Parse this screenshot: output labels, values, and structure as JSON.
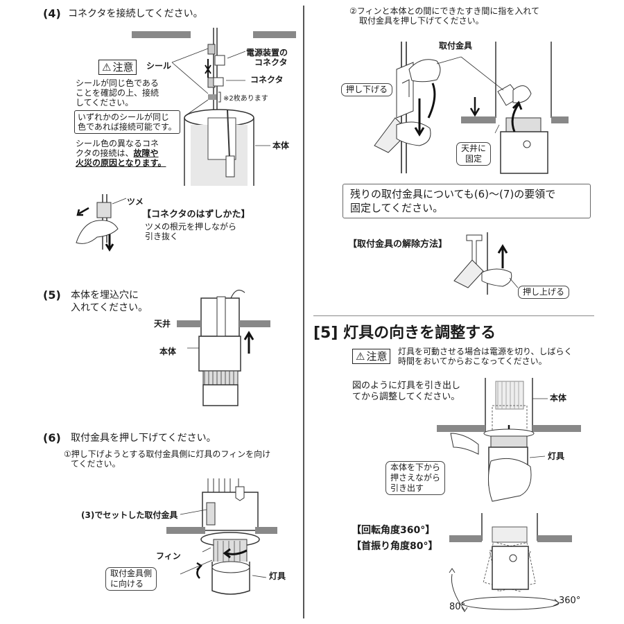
{
  "left": {
    "step4": {
      "num": "(4)",
      "title": "コネクタを接続してください。",
      "caution_label": "注意",
      "seal_label": "シール",
      "power_connector": [
        "電源装置の",
        "コネクタ"
      ],
      "connector_label": "コネクタ",
      "two_sheets": "※2枚あります",
      "body_label": "本体",
      "note1": [
        "シールが同じ色である",
        "ことを確認の上、接続",
        "してください。"
      ],
      "note2": [
        "いずれかのシールが同じ",
        "色であれば接続可能です。"
      ],
      "note3": [
        "シール色の異なるコネ",
        "クタの接続は、"
      ],
      "note3_b1": "故障や",
      "note3_b2": "火災の原因となります。",
      "tab_label": "ツメ",
      "remove_title": "【コネクタのはずしかた】",
      "remove_text": [
        "ツメの根元を押しながら",
        "引き抜く"
      ]
    },
    "step5": {
      "num": "(5)",
      "title": [
        "本体を埋込穴に",
        "入れてください。"
      ],
      "ceiling": "天井",
      "body": "本体"
    },
    "step6": {
      "num": "(6)",
      "title": "取付金具を押し下げてください。",
      "sub": [
        "①押し下げようとする取付金具側に灯具のフィンを向け",
        "てください。"
      ],
      "bracket": "(3)でセットした取付金具",
      "fin": "フィン",
      "lamp": "灯具",
      "toward": [
        "取付金具側",
        "に向ける"
      ]
    }
  },
  "right": {
    "step6b": {
      "sub": [
        "②フィンと本体との間にできたすき間に指を入れて",
        "取付金具を押し下げてください。"
      ],
      "bracket": "取付金具",
      "push_down": "押し下げる",
      "fix": [
        "天井に",
        "固定"
      ]
    },
    "remaining": [
      "残りの取付金具についても(6)～(7)の要領で",
      "固定してください。"
    ],
    "release_title": "【取付金具の解除方法】",
    "push_up": "押し上げる",
    "section5": {
      "title": "[5] 灯具の向きを調整する",
      "caution_label": "注意",
      "caution_text": [
        "灯具を可動させる場合は電源を切り、しばらく",
        "時間をおいてからおこなってください。"
      ],
      "intro": [
        "図のように灯具を引き出し",
        "てから調整してください。"
      ],
      "body": "本体",
      "lamp": "灯具",
      "hold": [
        "本体を下から",
        "押さえながら",
        "引き出す"
      ],
      "rotation": "【回転角度360°】",
      "tilt": "【首振り角度80°】",
      "deg360": "360°",
      "deg80": "80°"
    }
  }
}
